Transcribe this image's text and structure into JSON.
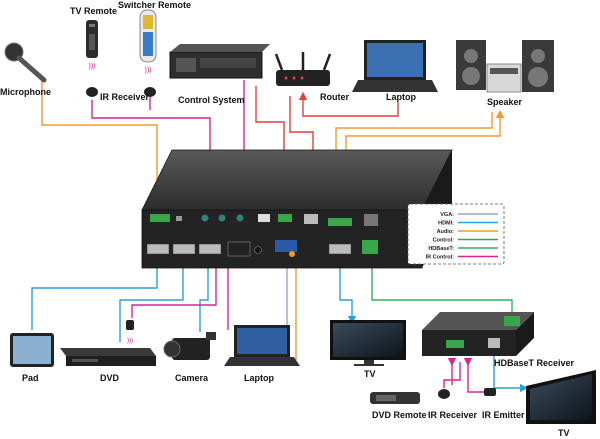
{
  "devices": {
    "microphone": "Microphone",
    "tv_remote": "TV Remote",
    "switcher_remote": "Switcher Remote",
    "ir_receiver_top": "IR Receiver",
    "control_system": "Control System",
    "router": "Router",
    "laptop_top": "Laptop",
    "speaker": "Speaker",
    "pad": "Pad",
    "dvd": "DVD",
    "camera": "Camera",
    "laptop_bottom": "Laptop",
    "tv_mid": "TV",
    "hdbaset_receiver": "HDBaseT Receiver",
    "dvd_remote": "DVD Remote",
    "ir_receiver_bottom": "IR Receiver",
    "ir_emitter": "IR Emitter",
    "tv_bottom": "TV"
  },
  "legend": {
    "items": [
      {
        "label": "VGA:",
        "color": "#9aa7c6"
      },
      {
        "label": "HDMI:",
        "color": "#2a9fd8"
      },
      {
        "label": "Audio:",
        "color": "#f29a2e"
      },
      {
        "label": "Control:",
        "color": "#3aa64a"
      },
      {
        "label": "HDBaseT:",
        "color": "#2eb358"
      },
      {
        "label": "IR Control:",
        "color": "#d6278f"
      }
    ]
  },
  "colors": {
    "vga": "#9aa7c6",
    "hdmi": "#2a9fd8",
    "audio": "#f29a2e",
    "control": "#3aa64a",
    "hdbaset": "#2eb358",
    "ir": "#d6278f",
    "lan": "#e0403a",
    "device_dark": "#2b2b2b"
  }
}
